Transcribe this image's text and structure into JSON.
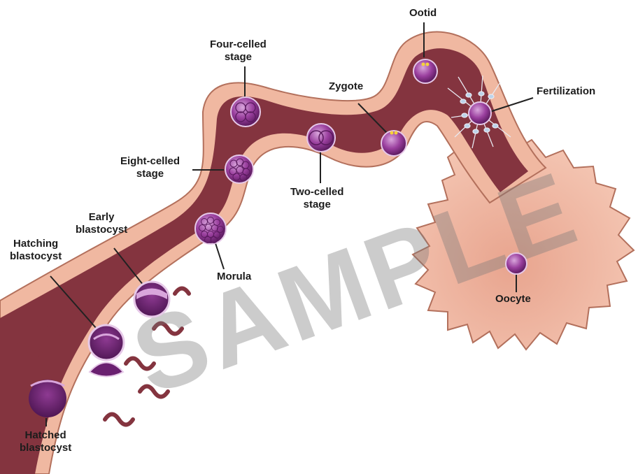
{
  "labels": {
    "ootid": "Ootid",
    "fertilization": "Fertilization",
    "zygote": "Zygote",
    "four_celled": [
      "Four-celled",
      "stage"
    ],
    "two_celled": [
      "Two-celled",
      "stage"
    ],
    "eight_celled": [
      "Eight-celled",
      "stage"
    ],
    "morula": "Morula",
    "early_blastocyst": [
      "Early",
      "blastocyst"
    ],
    "hatching_blastocyst": [
      "Hatching",
      "blastocyst"
    ],
    "hatched_blastocyst": [
      "Hatched",
      "blastocyst"
    ],
    "oocyte": "Oocyte"
  },
  "watermark": "SAMPLE",
  "colors": {
    "tube_outer": "#f0b8a1",
    "tube_outer_stroke": "#b3705c",
    "tube_inner": "#84343f",
    "ovary": "#f2bda8",
    "ovary_stroke": "#b3705c",
    "cell_fill": "#9a3f9e",
    "cell_light": "#d9a6dc",
    "cell_dark": "#5a1a5e",
    "label_line": "#222222",
    "nucleus_yellow": "#f5d23a"
  }
}
